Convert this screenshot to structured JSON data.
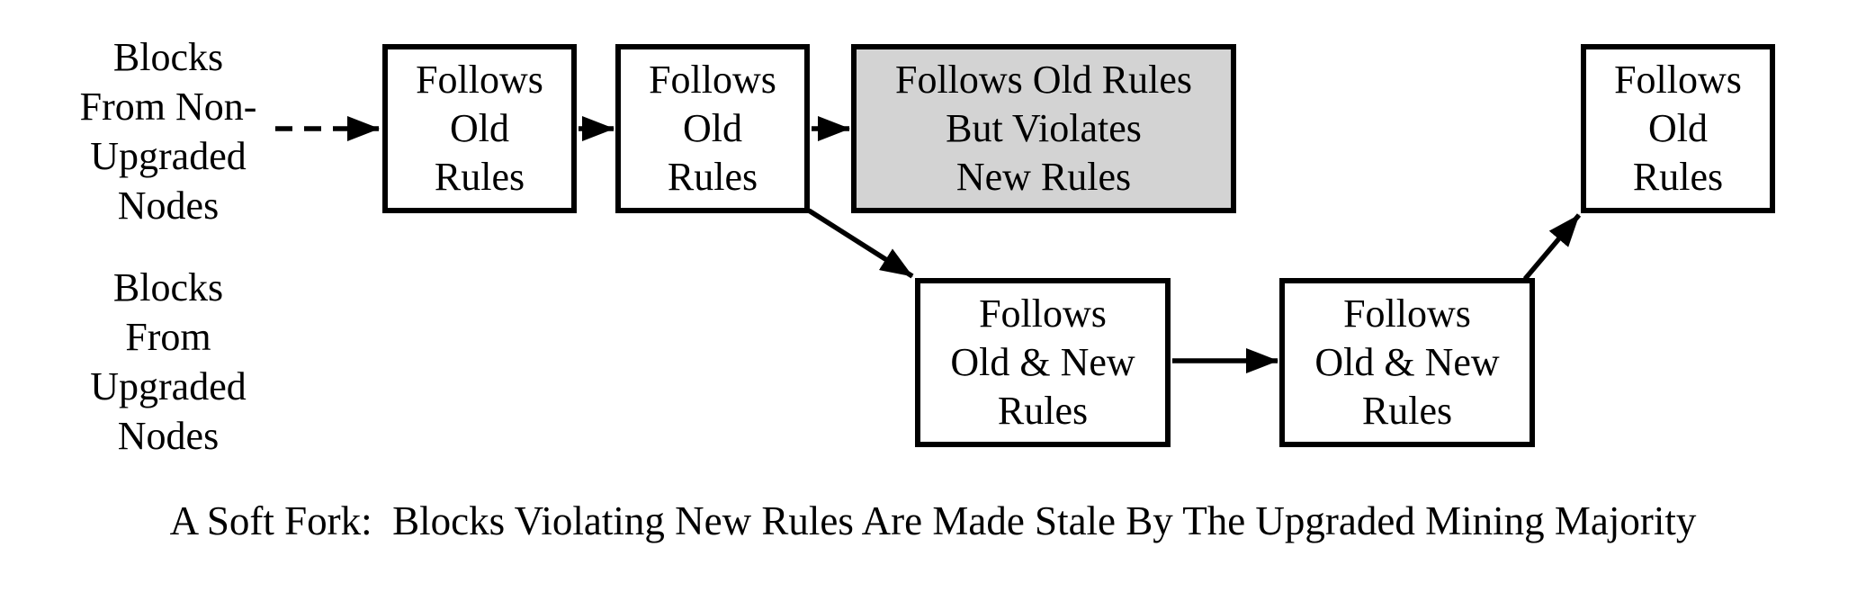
{
  "diagram": {
    "lanes": [
      {
        "label": "Blocks\nFrom Non-\nUpgraded\nNodes"
      },
      {
        "label": "Blocks\nFrom\nUpgraded\nNodes"
      }
    ],
    "boxes": [
      {
        "label": "Follows\nOld\nRules",
        "variant": "normal"
      },
      {
        "label": "Follows\nOld\nRules",
        "variant": "normal"
      },
      {
        "label": "Follows Old Rules\nBut Violates\nNew Rules",
        "variant": "stale"
      },
      {
        "label": "Follows\nOld\nRules",
        "variant": "normal"
      },
      {
        "label": "Follows\nOld & New\nRules",
        "variant": "normal"
      },
      {
        "label": "Follows\nOld & New\nRules",
        "variant": "normal"
      }
    ],
    "caption": "A Soft Fork:  Blocks Violating New Rules Are Made Stale By The Upgraded Mining Majority",
    "colors": {
      "stale_fill": "#d3d3d3",
      "line": "#000000",
      "text": "#000000",
      "background": "#ffffff"
    }
  }
}
